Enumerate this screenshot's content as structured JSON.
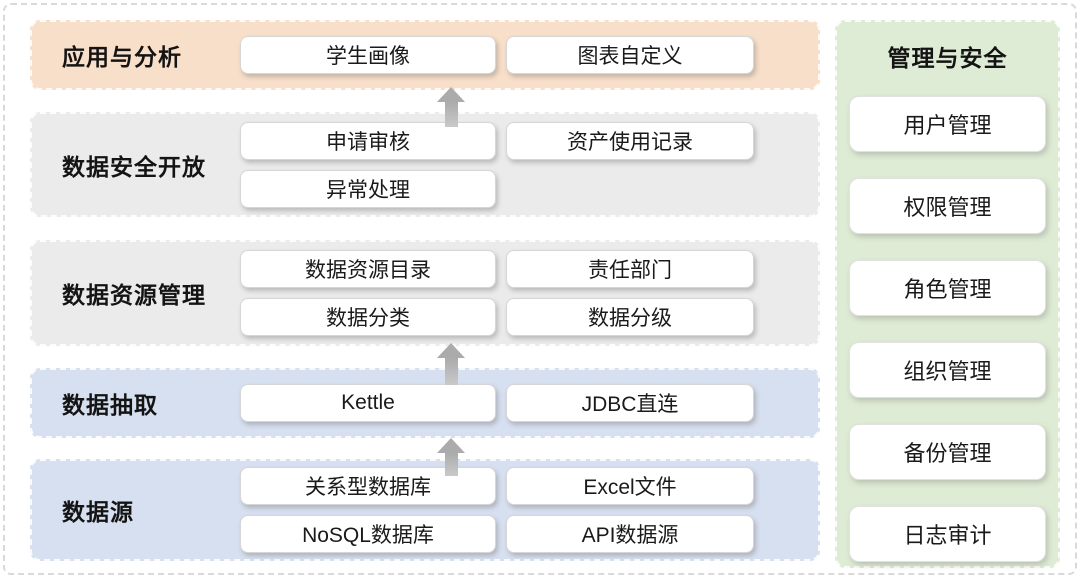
{
  "colors": {
    "layer_orange": "#F8DFC9",
    "layer_gray": "#EBEBEB",
    "layer_blue": "#D7E0F0",
    "panel_green": "#DFECD5",
    "arrow_gray": "#ABABAB",
    "card_white": "#FFFFFF",
    "dashed_border": "#D9D9D9"
  },
  "layers": [
    {
      "id": "application-analysis",
      "label": "应用与分析",
      "color": "#F8DFC9",
      "rows": [
        [
          "学生画像",
          "图表自定义"
        ]
      ]
    },
    {
      "id": "data-security-open",
      "label": "数据安全开放",
      "color": "#EBEBEB",
      "rows": [
        [
          "申请审核",
          "资产使用记录"
        ],
        [
          "异常处理"
        ]
      ]
    },
    {
      "id": "data-resource-management",
      "label": "数据资源管理",
      "color": "#EBEBEB",
      "rows": [
        [
          "数据资源目录",
          "责任部门"
        ],
        [
          "数据分类",
          "数据分级"
        ]
      ]
    },
    {
      "id": "data-extraction",
      "label": "数据抽取",
      "color": "#D7E0F0",
      "rows": [
        [
          "Kettle",
          "JDBC直连"
        ]
      ]
    },
    {
      "id": "data-source",
      "label": "数据源",
      "color": "#D7E0F0",
      "rows": [
        [
          "关系型数据库",
          "Excel文件"
        ],
        [
          "NoSQL数据库",
          "API数据源"
        ]
      ]
    }
  ],
  "side_panel": {
    "title": "管理与安全",
    "color": "#DFECD5",
    "items": [
      "用户管理",
      "权限管理",
      "角色管理",
      "组织管理",
      "备份管理",
      "日志审计"
    ]
  },
  "arrows": {
    "count": 3,
    "direction": "up"
  }
}
